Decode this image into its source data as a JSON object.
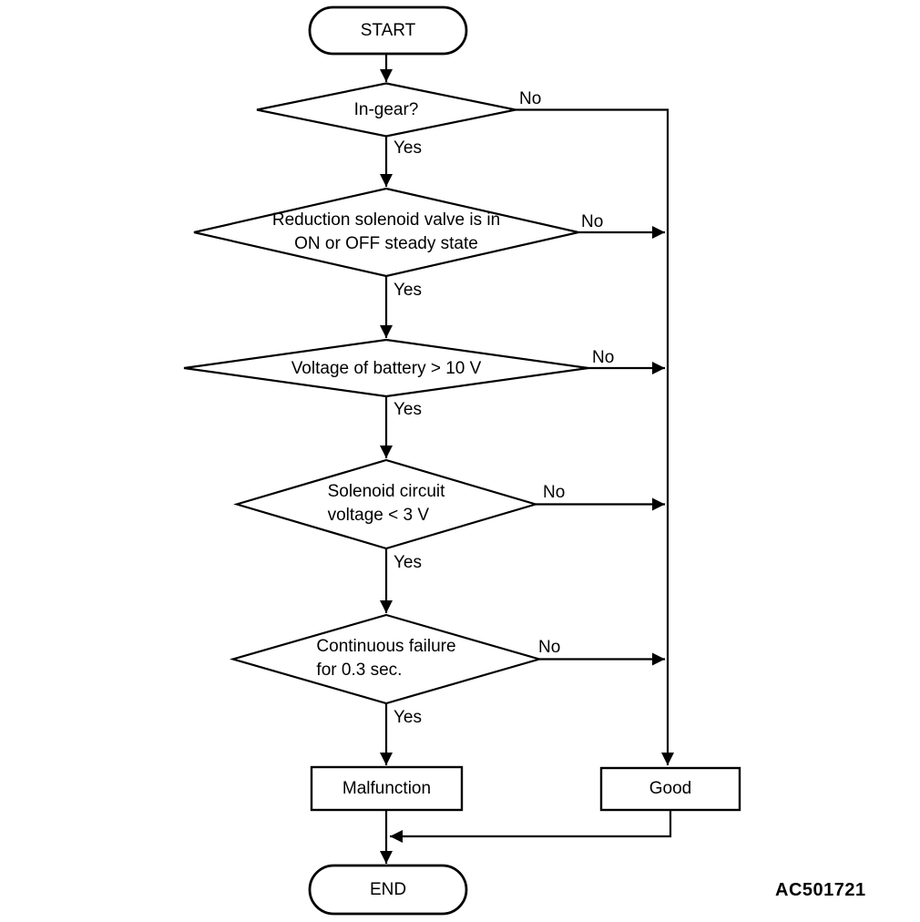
{
  "diagram": {
    "code": "AC501721",
    "colors": {
      "line": "#000000",
      "background": "#ffffff"
    },
    "edge_labels": {
      "yes": "Yes",
      "no": "No"
    },
    "nodes": {
      "start": {
        "type": "terminator",
        "label": "START"
      },
      "decision_in_gear": {
        "type": "decision",
        "label": "In-gear?"
      },
      "decision_reduction_solenoid": {
        "type": "decision",
        "line1": "Reduction solenoid valve is in",
        "line2": "ON or OFF steady state"
      },
      "decision_battery_voltage": {
        "type": "decision",
        "label": "Voltage of battery > 10 V"
      },
      "decision_solenoid_circuit": {
        "type": "decision",
        "line1": "Solenoid circuit",
        "line2": "voltage < 3 V"
      },
      "decision_continuous_failure": {
        "type": "decision",
        "line1": "Continuous failure",
        "line2": "for 0.3 sec."
      },
      "malfunction": {
        "type": "process",
        "label": "Malfunction"
      },
      "good": {
        "type": "process",
        "label": "Good"
      },
      "end": {
        "type": "terminator",
        "label": "END"
      }
    }
  }
}
